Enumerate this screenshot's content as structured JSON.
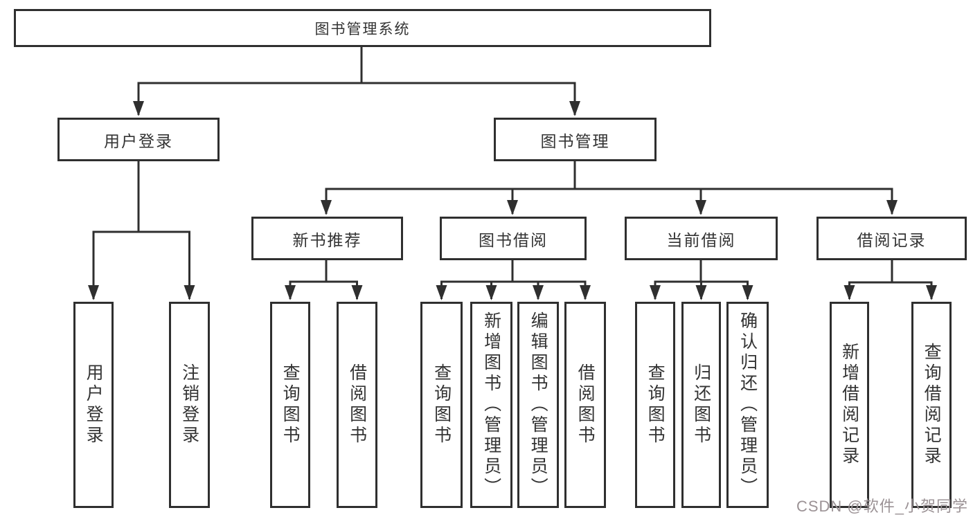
{
  "tree": {
    "root": {
      "label": "图书管理系统"
    },
    "branches": [
      {
        "label": "用户登录",
        "children": [
          {
            "label": "用户登录"
          },
          {
            "label": "注销登录"
          }
        ]
      },
      {
        "label": "图书管理",
        "children": [
          {
            "label": "新书推荐",
            "children": [
              {
                "label": "查询图书"
              },
              {
                "label": "借阅图书"
              }
            ]
          },
          {
            "label": "图书借阅",
            "children": [
              {
                "label": "查询图书"
              },
              {
                "label": "新增图书（管理员）"
              },
              {
                "label": "编辑图书（管理员）"
              },
              {
                "label": "借阅图书"
              }
            ]
          },
          {
            "label": "当前借阅",
            "children": [
              {
                "label": "查询图书"
              },
              {
                "label": "归还图书"
              },
              {
                "label": "确认归还（管理员）"
              }
            ]
          },
          {
            "label": "借阅记录",
            "children": [
              {
                "label": "新增借阅记录"
              },
              {
                "label": "查询借阅记录"
              }
            ]
          }
        ]
      }
    ]
  },
  "watermark": {
    "text": "CSDN @软件_小贺同学"
  },
  "colors": {
    "line": "#2f2f2f",
    "box_border": "#2f2f2f",
    "text": "#333333",
    "background": "#ffffff",
    "watermark": "#9b9295"
  }
}
